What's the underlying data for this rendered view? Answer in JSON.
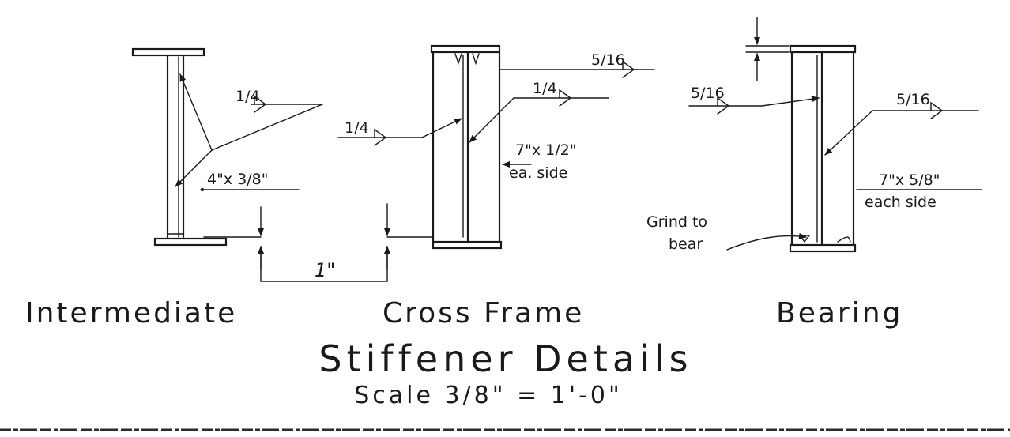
{
  "details": {
    "intermediate": {
      "caption": "Intermediate",
      "weld_size": "1/4",
      "stiffener_size": "4\"x 3/8\""
    },
    "cross_frame": {
      "caption": "Cross Frame",
      "weld_top": "5/16",
      "weld_right": "1/4",
      "weld_left": "1/4",
      "stiffener_size": "7\"x 1/2\"",
      "stiffener_note": "ea. side"
    },
    "bearing": {
      "caption": "Bearing",
      "weld_left": "5/16",
      "weld_right": "5/16",
      "stiffener_size": "7\"x 5/8\"",
      "stiffener_note": "each side",
      "grind_note_1": "Grind to",
      "grind_note_2": "bear"
    }
  },
  "spacing_dim": "1\"",
  "title": "Stiffener Details",
  "scale_text": "Scale 3/8\" = 1'-0\""
}
